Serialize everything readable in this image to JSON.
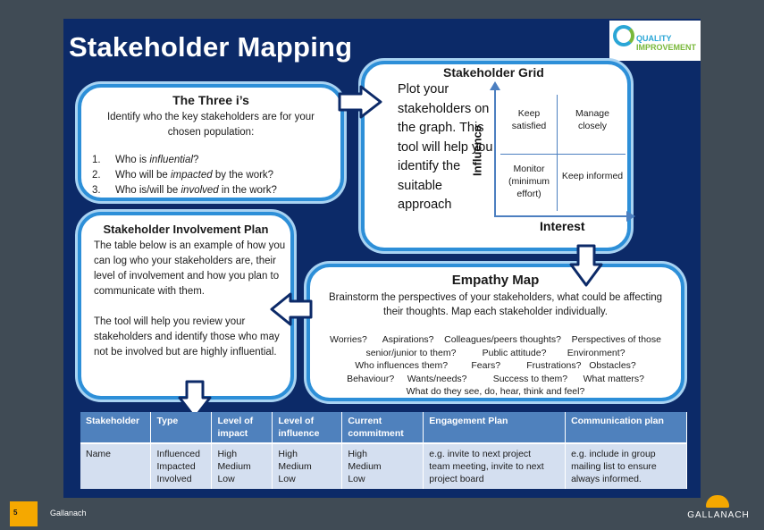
{
  "slide": {
    "title": "Stakeholder Mapping",
    "logo": {
      "line1": "QUALITY",
      "line2": "IMPROVEMENT"
    }
  },
  "three_is": {
    "title": "The Three i’s",
    "subtitle": "Identify who the key stakeholders are for your chosen population:",
    "items": [
      {
        "num": "1.",
        "pre": "Who is ",
        "em": "influential",
        "post": "?"
      },
      {
        "num": "2.",
        "pre": "Who will be ",
        "em": "impacted",
        "post": " by the work?"
      },
      {
        "num": "3.",
        "pre": "Who is/will be ",
        "em": "involved",
        "post": " in the work?"
      }
    ]
  },
  "grid": {
    "title": "Stakeholder Grid",
    "text": "Plot your stakeholders on the graph. This tool will help you identify the suitable approach",
    "y_axis": "Influence",
    "x_axis": "Interest",
    "quadrants": {
      "top_left": "Keep satisfied",
      "top_right": "Manage closely",
      "bottom_left": "Monitor (minimum effort)",
      "bottom_right": "Keep informed"
    }
  },
  "plan": {
    "title": "Stakeholder Involvement Plan",
    "p1": "The table below is an example of how you can log who your stakeholders are, their level of involvement and how you plan to communicate with them.",
    "p2": "The tool will help you review your stakeholders and identify those who may not be involved but are highly influential."
  },
  "empathy": {
    "title": "Empathy Map",
    "subtitle": "Brainstorm the perspectives of your stakeholders, what could be affecting their thoughts. Map each stakeholder individually.",
    "line1": "Worries?      Aspirations?    Colleagues/peers thoughts?    Perspectives of those",
    "line2": "senior/junior to them?          Public attitude?        Environment?",
    "line3": "Who influences them?         Fears?          Frustrations?   Obstacles?",
    "line4": "Behaviour?     Wants/needs?          Success to them?      What matters?",
    "line5": "What do they see, do, hear, think and feel?"
  },
  "table": {
    "headers": {
      "stakeholder": "Stakeholder",
      "type": "Type",
      "impact_1": "Level of",
      "impact_2": "impact",
      "influence_1": "Level of",
      "influence_2": "influence",
      "commit_1": "Current",
      "commit_2": "commitment",
      "engagement": "Engagement Plan",
      "communication": "Communication plan"
    },
    "row": {
      "stakeholder": "Name",
      "type_1": "Influenced",
      "type_2": "Impacted",
      "type_3": "Involved",
      "impact_1": "High",
      "impact_2": "Medium",
      "impact_3": "Low",
      "influence_1": "High",
      "influence_2": "Medium",
      "influence_3": "Low",
      "commit_1": "High",
      "commit_2": "Medium",
      "commit_3": "Low",
      "engagement_1": "e.g. invite to next project",
      "engagement_2": "team meeting, invite to next",
      "engagement_3": "project board",
      "communication_1": "e.g. include in group",
      "communication_2": "mailing list to ensure",
      "communication_3": "always informed."
    }
  },
  "footer": {
    "page": "5",
    "name": "Gallanach",
    "brand": "GALLANACH"
  },
  "colors": {
    "slide_bg": "#0c2a68",
    "box_border": "#2d8fd8",
    "table_header": "#4f81bd",
    "accent": "#f5a800"
  }
}
